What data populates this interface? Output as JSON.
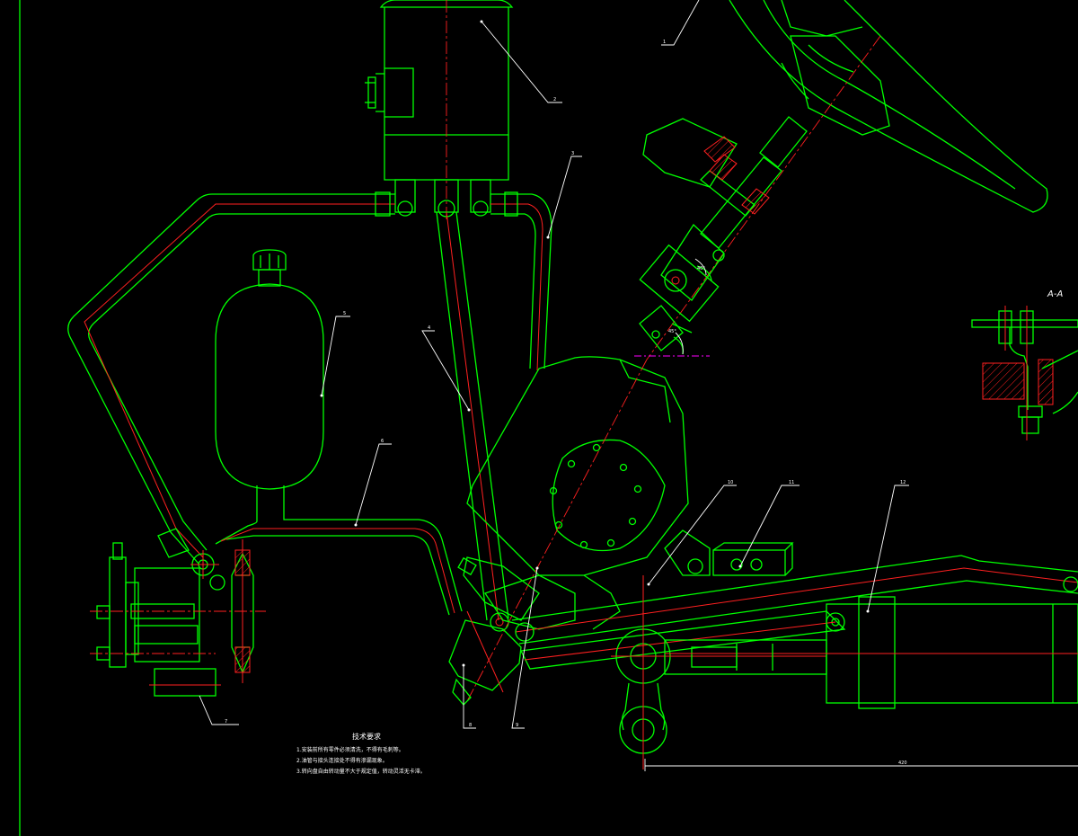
{
  "drawing": {
    "section_label": "A-A",
    "angle_labels": [
      "40°",
      "45°"
    ],
    "dimension_label": "420",
    "balloons": [
      "1",
      "2",
      "3",
      "4",
      "5",
      "6",
      "7",
      "8",
      "9",
      "10",
      "11",
      "12"
    ]
  },
  "notes": {
    "title": "技术要求",
    "lines": [
      "1.安装前所有零件必须清洗，不得有毛刺等。",
      "2.油管与接头连接处不得有渗漏现象。",
      "3.转向盘自由转动量不大于规定值，转动灵活无卡滞。"
    ]
  },
  "colors": {
    "outline": "#00ff00",
    "centerline": "#ff2020",
    "leader": "#ffffff",
    "axis": "#ff00ff",
    "background": "#000000"
  }
}
